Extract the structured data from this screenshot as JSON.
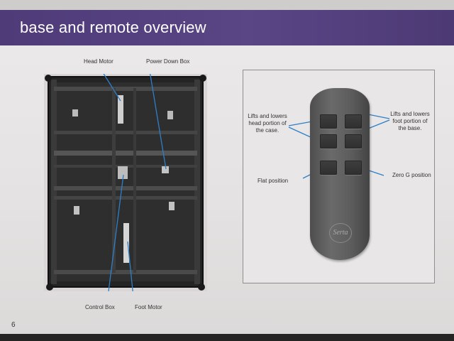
{
  "header": {
    "title": "base and remote overview"
  },
  "base_callouts": {
    "head_motor": "Head Motor",
    "power_down_box": "Power Down Box",
    "control_box": "Control Box",
    "foot_motor": "Foot Motor"
  },
  "remote_callouts": {
    "head": [
      "Lifts and lowers",
      "head portion of",
      "the case."
    ],
    "foot": [
      "Lifts and lowers",
      "foot portion of",
      "the base."
    ],
    "flat": "Flat position",
    "zero_g": "Zero G position"
  },
  "remote": {
    "logo": "Serta"
  },
  "page_number": "6",
  "colors": {
    "header": "#54407e",
    "callout_line": "#2f7fc8"
  }
}
